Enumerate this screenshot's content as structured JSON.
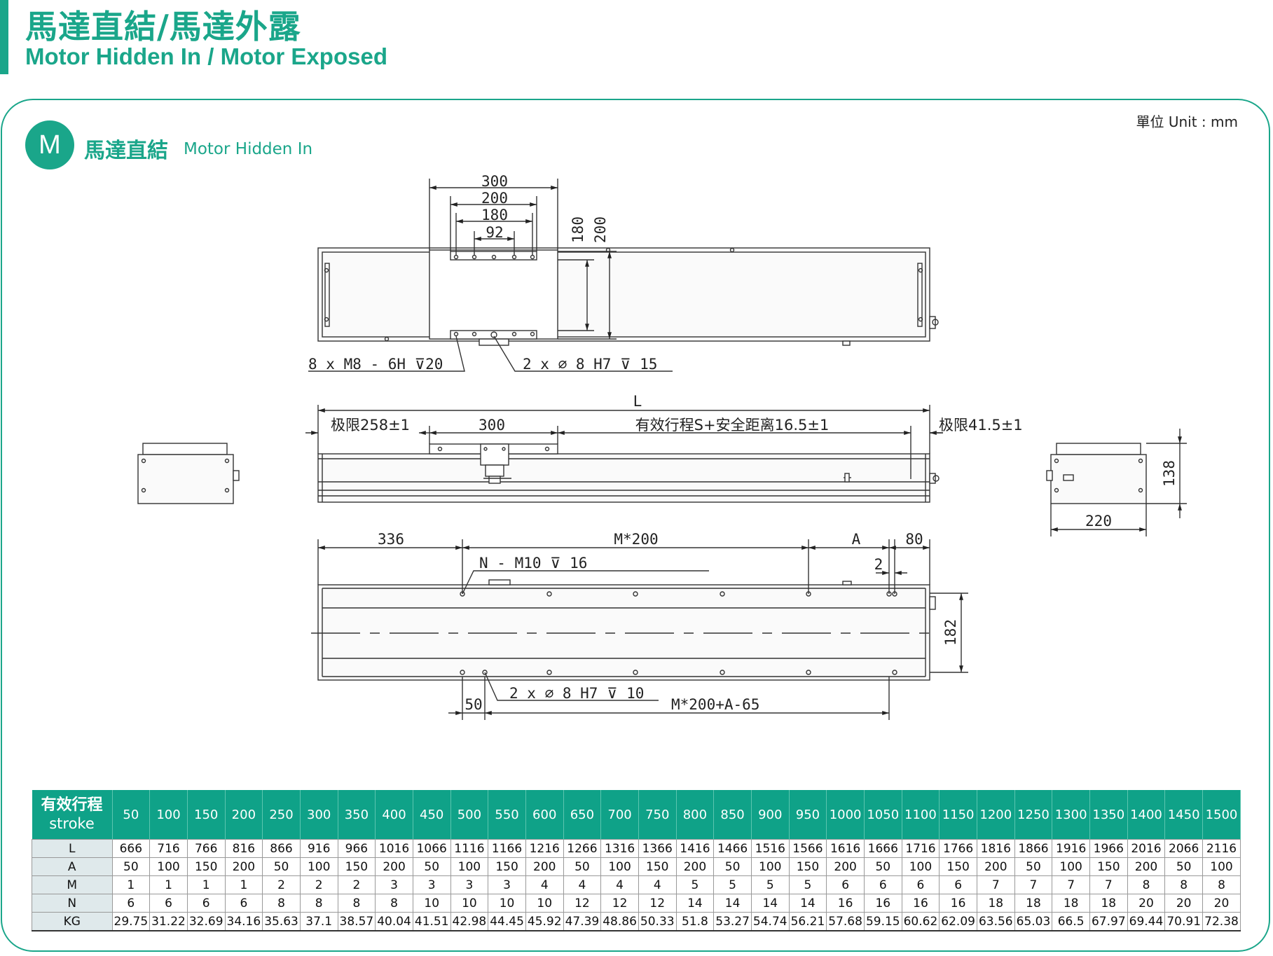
{
  "header": {
    "title_zh": "馬達直結/馬達外露",
    "title_en": "Motor Hidden In / Motor Exposed"
  },
  "unit_label": "單位 Unit : mm",
  "section": {
    "badge": "M",
    "title_zh": "馬達直結",
    "title_en": "Motor Hidden In"
  },
  "drawing": {
    "top_view": {
      "dim_300": "300",
      "dim_200": "200",
      "dim_180": "180",
      "dim_92": "92",
      "dim_v180": "180",
      "dim_v200": "200",
      "callout_tap": "8 x  M8 - 6H ⊽20",
      "callout_pin": "2 x  ∅ 8 H7 ⊽ 15"
    },
    "side_view": {
      "dim_L": "L",
      "limit_left": "极限258±1",
      "dim_300": "300",
      "stroke_note": "有效行程S+安全距离16.5±1",
      "limit_right": "极限41.5±1",
      "dim_138": "138",
      "dim_220": "220"
    },
    "bottom_view": {
      "dim_336": "336",
      "dim_m200": "M*200",
      "dim_A": "A",
      "dim_80": "80",
      "dim_2": "2",
      "callout_tap": "N - M10 ⊽ 16",
      "dim_182": "182",
      "callout_pin": "2 x  ∅ 8 H7 ⊽ 10",
      "dim_50": "50",
      "dim_m200a": "M*200+A-65"
    }
  },
  "table": {
    "header_zh": "有效行程",
    "header_en": "stroke",
    "strokes": [
      "50",
      "100",
      "150",
      "200",
      "250",
      "300",
      "350",
      "400",
      "450",
      "500",
      "550",
      "600",
      "650",
      "700",
      "750",
      "800",
      "850",
      "900",
      "950",
      "1000",
      "1050",
      "1100",
      "1150",
      "1200",
      "1250",
      "1300",
      "1350",
      "1400",
      "1450",
      "1500"
    ],
    "rows": [
      {
        "label": "L",
        "values": [
          "666",
          "716",
          "766",
          "816",
          "866",
          "916",
          "966",
          "1016",
          "1066",
          "1116",
          "1166",
          "1216",
          "1266",
          "1316",
          "1366",
          "1416",
          "1466",
          "1516",
          "1566",
          "1616",
          "1666",
          "1716",
          "1766",
          "1816",
          "1866",
          "1916",
          "1966",
          "2016",
          "2066",
          "2116"
        ]
      },
      {
        "label": "A",
        "values": [
          "50",
          "100",
          "150",
          "200",
          "50",
          "100",
          "150",
          "200",
          "50",
          "100",
          "150",
          "200",
          "50",
          "100",
          "150",
          "200",
          "50",
          "100",
          "150",
          "200",
          "50",
          "100",
          "150",
          "200",
          "50",
          "100",
          "150",
          "200",
          "50",
          "100"
        ]
      },
      {
        "label": "M",
        "values": [
          "1",
          "1",
          "1",
          "1",
          "2",
          "2",
          "2",
          "3",
          "3",
          "3",
          "3",
          "4",
          "4",
          "4",
          "4",
          "5",
          "5",
          "5",
          "5",
          "6",
          "6",
          "6",
          "6",
          "7",
          "7",
          "7",
          "7",
          "8",
          "8",
          "8"
        ]
      },
      {
        "label": "N",
        "values": [
          "6",
          "6",
          "6",
          "6",
          "8",
          "8",
          "8",
          "8",
          "10",
          "10",
          "10",
          "10",
          "12",
          "12",
          "12",
          "14",
          "14",
          "14",
          "14",
          "16",
          "16",
          "16",
          "16",
          "18",
          "18",
          "18",
          "18",
          "20",
          "20",
          "20"
        ]
      },
      {
        "label": "KG",
        "values": [
          "29.75",
          "31.22",
          "32.69",
          "34.16",
          "35.63",
          "37.1",
          "38.57",
          "40.04",
          "41.51",
          "42.98",
          "44.45",
          "45.92",
          "47.39",
          "48.86",
          "50.33",
          "51.8",
          "53.27",
          "54.74",
          "56.21",
          "57.68",
          "59.15",
          "60.62",
          "62.09",
          "63.56",
          "65.03",
          "66.5",
          "67.97",
          "69.44",
          "70.91",
          "72.38"
        ]
      }
    ]
  }
}
